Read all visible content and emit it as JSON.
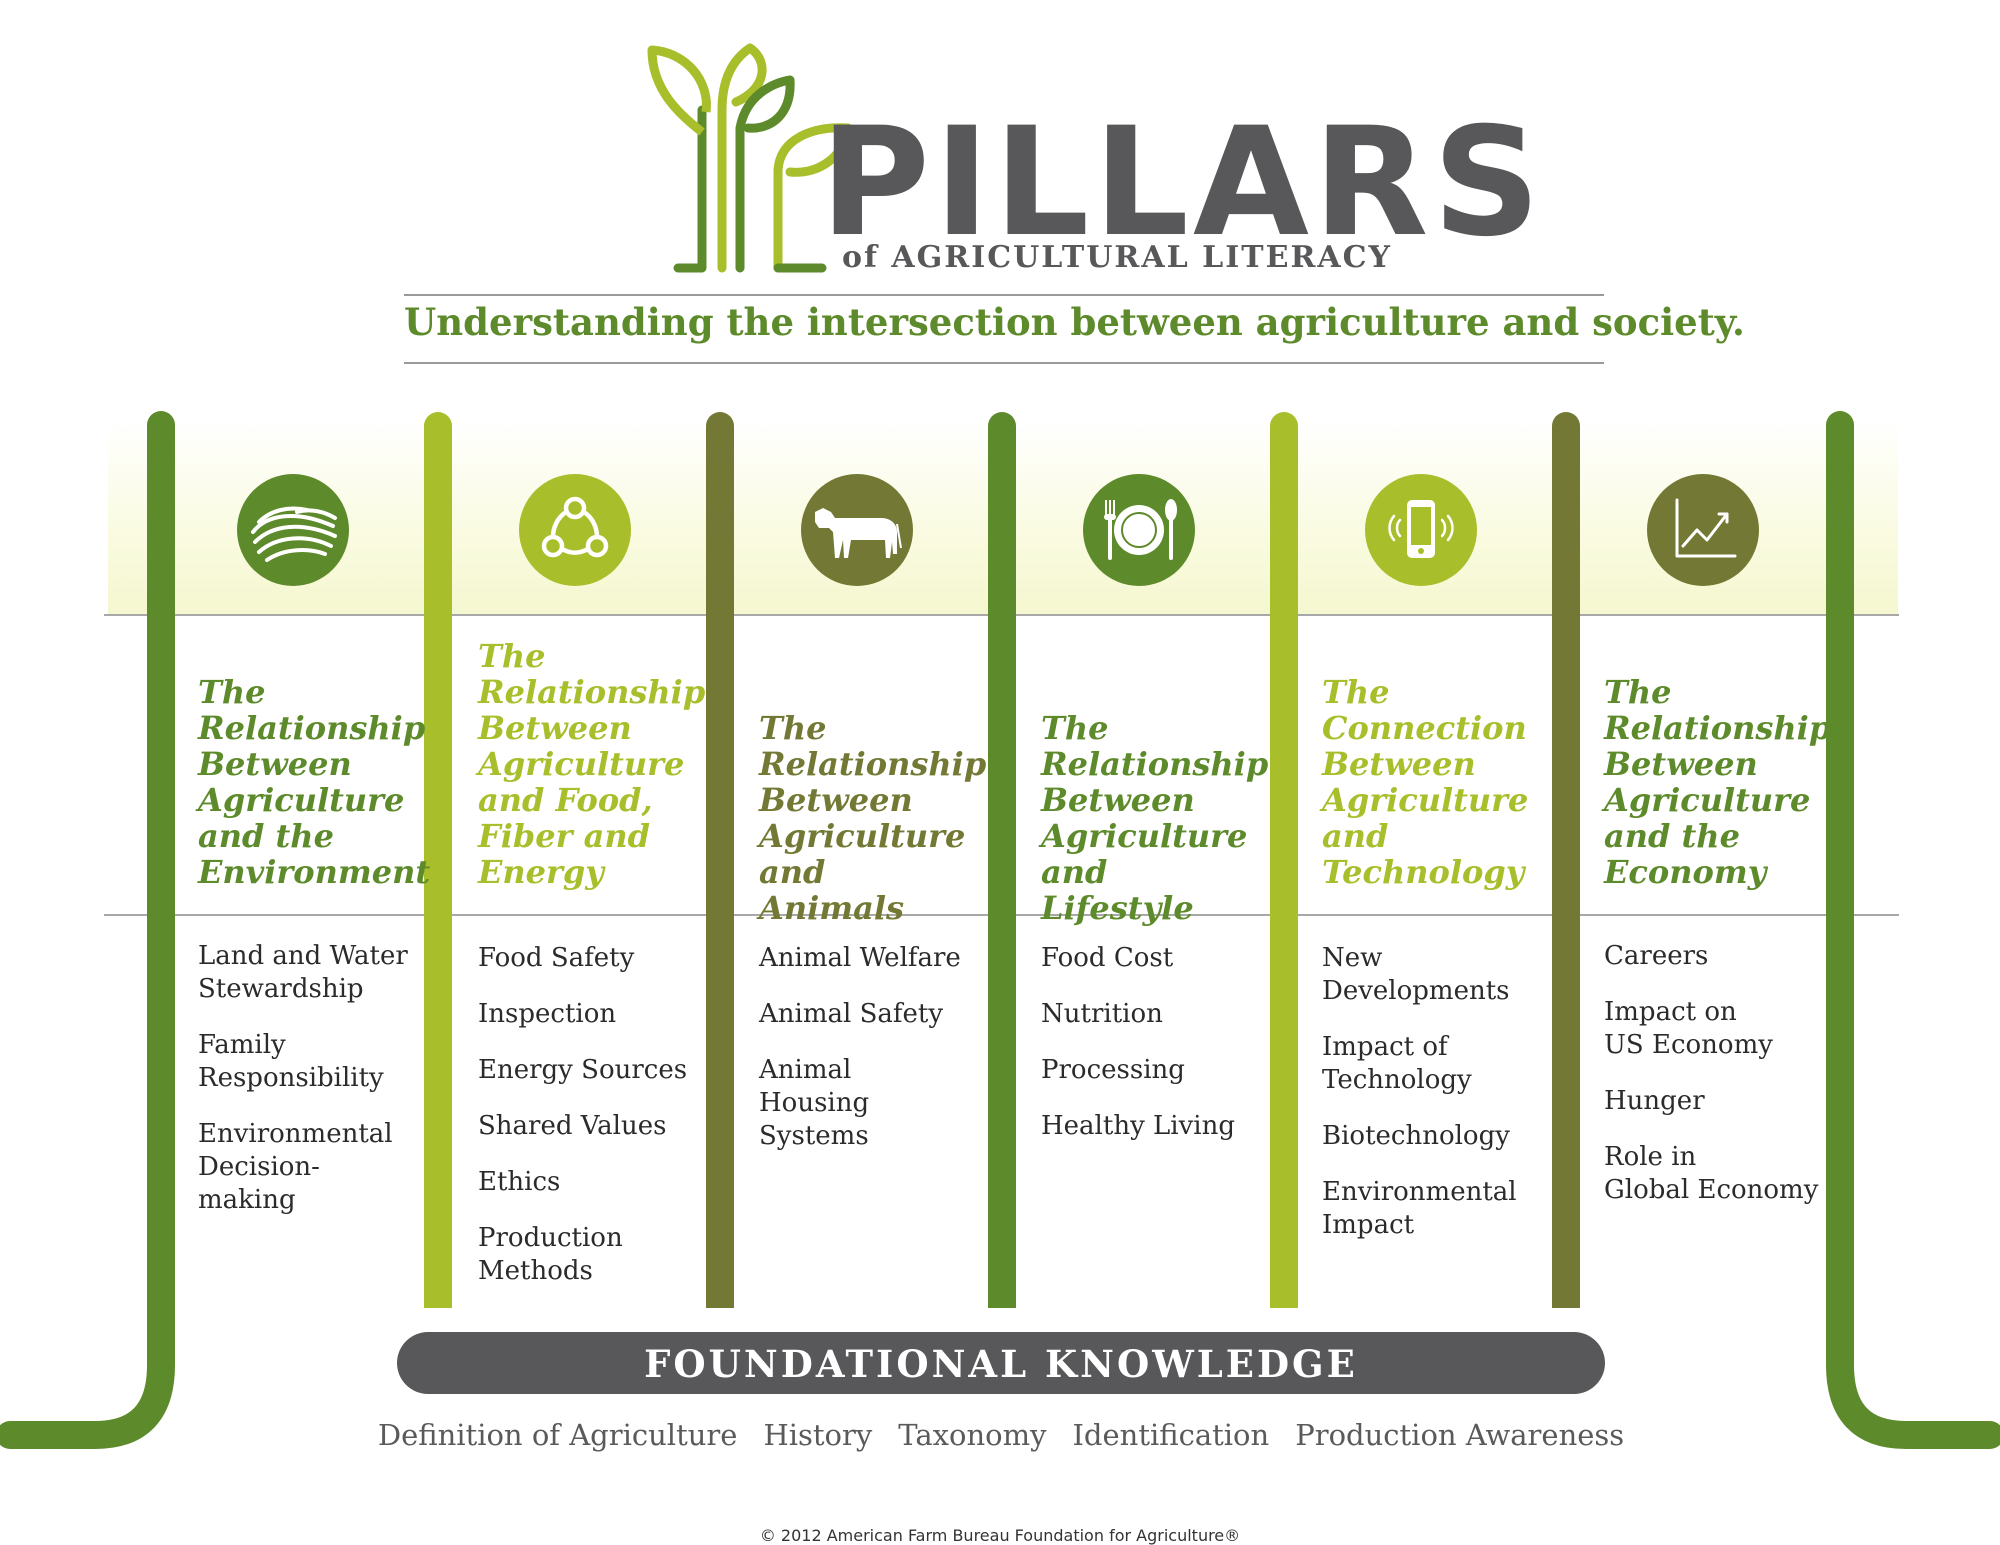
{
  "header": {
    "logo_word": "PILLARS",
    "logo_sub": "of AGRICULTURAL LITERACY",
    "tagline": "Understanding the intersection between agriculture and society."
  },
  "colors": {
    "dark_green": "#5d8a2a",
    "lime": "#a9be2b",
    "olive": "#737934",
    "gray": "#58585a"
  },
  "pillars": [
    {
      "icon": "farmland-icon",
      "color": "#5d8a2a",
      "title": "The Relationship Between Agriculture and the Environment",
      "items": [
        "Land and Water\nStewardship",
        "Family\nResponsibility",
        "Environmental\nDecision-\nmaking"
      ]
    },
    {
      "icon": "cycle-icon",
      "color": "#a9be2b",
      "title": "The Relationship Between Agriculture and Food, Fiber and Energy",
      "items": [
        "Food Safety",
        "Inspection",
        "Energy Sources",
        "Shared Values",
        "Ethics",
        "Production\nMethods"
      ]
    },
    {
      "icon": "cow-icon",
      "color": "#737934",
      "title": "The Relationship Between Agriculture and Animals",
      "items": [
        "Animal Welfare",
        "Animal Safety",
        "Animal\nHousing\nSystems"
      ]
    },
    {
      "icon": "plate-utensils-icon",
      "color": "#5d8a2a",
      "title": "The Relationship Between Agriculture and Lifestyle",
      "items": [
        "Food Cost",
        "Nutrition",
        "Processing",
        "Healthy Living"
      ]
    },
    {
      "icon": "smartphone-icon",
      "color": "#a9be2b",
      "title": "The Connection Between Agriculture and Technology",
      "items": [
        "New\nDevelopments",
        "Impact of\nTechnology",
        "Biotechnology",
        "Environmental\nImpact"
      ]
    },
    {
      "icon": "growth-chart-icon",
      "color": "#737934",
      "title": "The Relationship Between Agriculture and the Economy",
      "items": [
        "Careers",
        "Impact on\nUS Economy",
        "Hunger",
        "Role in\nGlobal Economy"
      ]
    }
  ],
  "foundation": {
    "title": "FOUNDATIONAL KNOWLEDGE",
    "items": [
      "Definition of Agriculture",
      "History",
      "Taxonomy",
      "Identification",
      "Production Awareness"
    ]
  },
  "footer": {
    "copyright": "© 2012 American Farm Bureau Foundation for Agriculture®"
  }
}
